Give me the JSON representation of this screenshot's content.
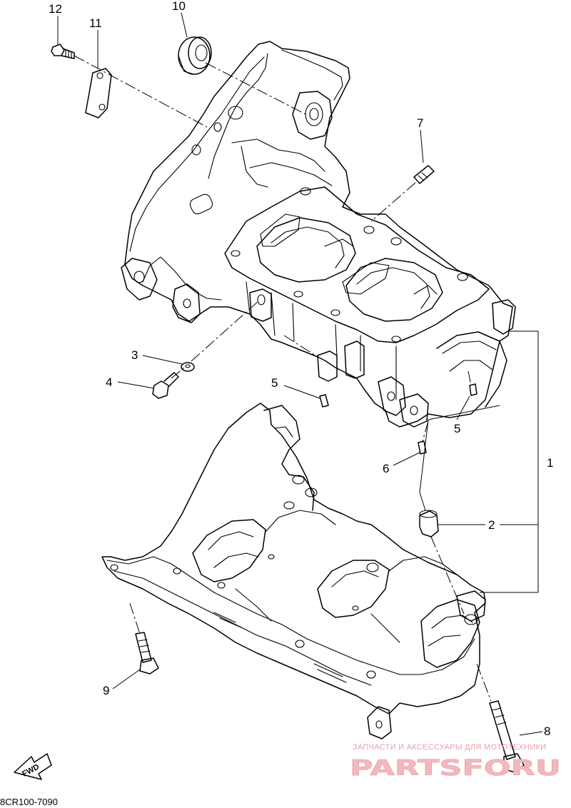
{
  "diagram": {
    "callouts": [
      {
        "id": "c12",
        "label": "12"
      },
      {
        "id": "c11",
        "label": "11"
      },
      {
        "id": "c10",
        "label": "10"
      },
      {
        "id": "c7",
        "label": "7"
      },
      {
        "id": "c3",
        "label": "3"
      },
      {
        "id": "c4",
        "label": "4"
      },
      {
        "id": "c5a",
        "label": "5"
      },
      {
        "id": "c5b",
        "label": "5"
      },
      {
        "id": "c6",
        "label": "6"
      },
      {
        "id": "c1",
        "label": "1"
      },
      {
        "id": "c2",
        "label": "2"
      },
      {
        "id": "c9",
        "label": "9"
      },
      {
        "id": "c8",
        "label": "8"
      }
    ],
    "direction_marker": "FWD",
    "diagram_code": "8CR100-7090"
  },
  "watermark": {
    "tagline": "ЗАПЧАСТИ И АКСЕССУАРЫ ДЛЯ МОТОТЕХНИКИ",
    "brand": "PARTSFORU"
  }
}
